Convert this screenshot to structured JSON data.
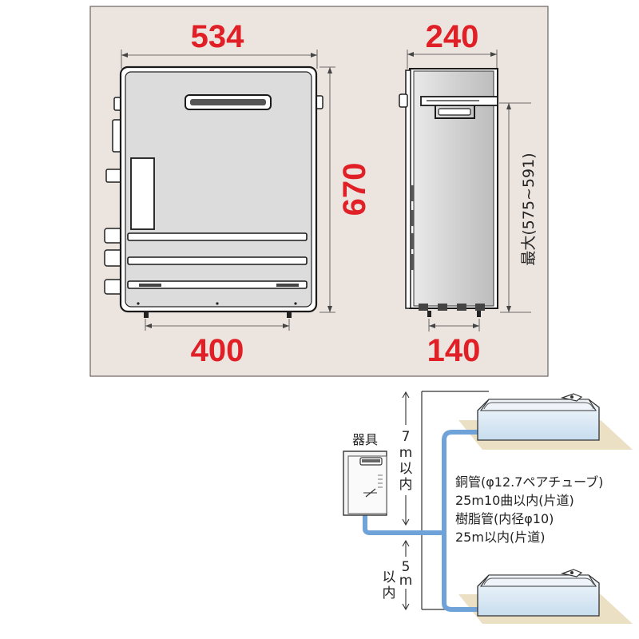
{
  "dimensions": {
    "width_front": "534",
    "width_side": "240",
    "height": "670",
    "base_front": "400",
    "base_side": "140",
    "max_range_label": "最大(575~591)"
  },
  "piping": {
    "appliance_label": "器具",
    "up_distance": [
      "7",
      "m",
      "以",
      "内"
    ],
    "down_distance": [
      "5",
      "m"
    ],
    "down_distance_suffix": [
      "以",
      "内"
    ],
    "spec_lines": [
      "銅管(φ12.7ペアチューブ)",
      "25m10曲以内(片道)",
      "樹脂管(内径φ10)",
      "25m以内(片道)"
    ]
  },
  "colors": {
    "panel_bg": "#ece4df",
    "dimension_red": "#e01f26",
    "pipe_blue": "#6fa2d8",
    "tub_blue": "#d7e8f5",
    "floor_beige": "#ece0c4"
  }
}
